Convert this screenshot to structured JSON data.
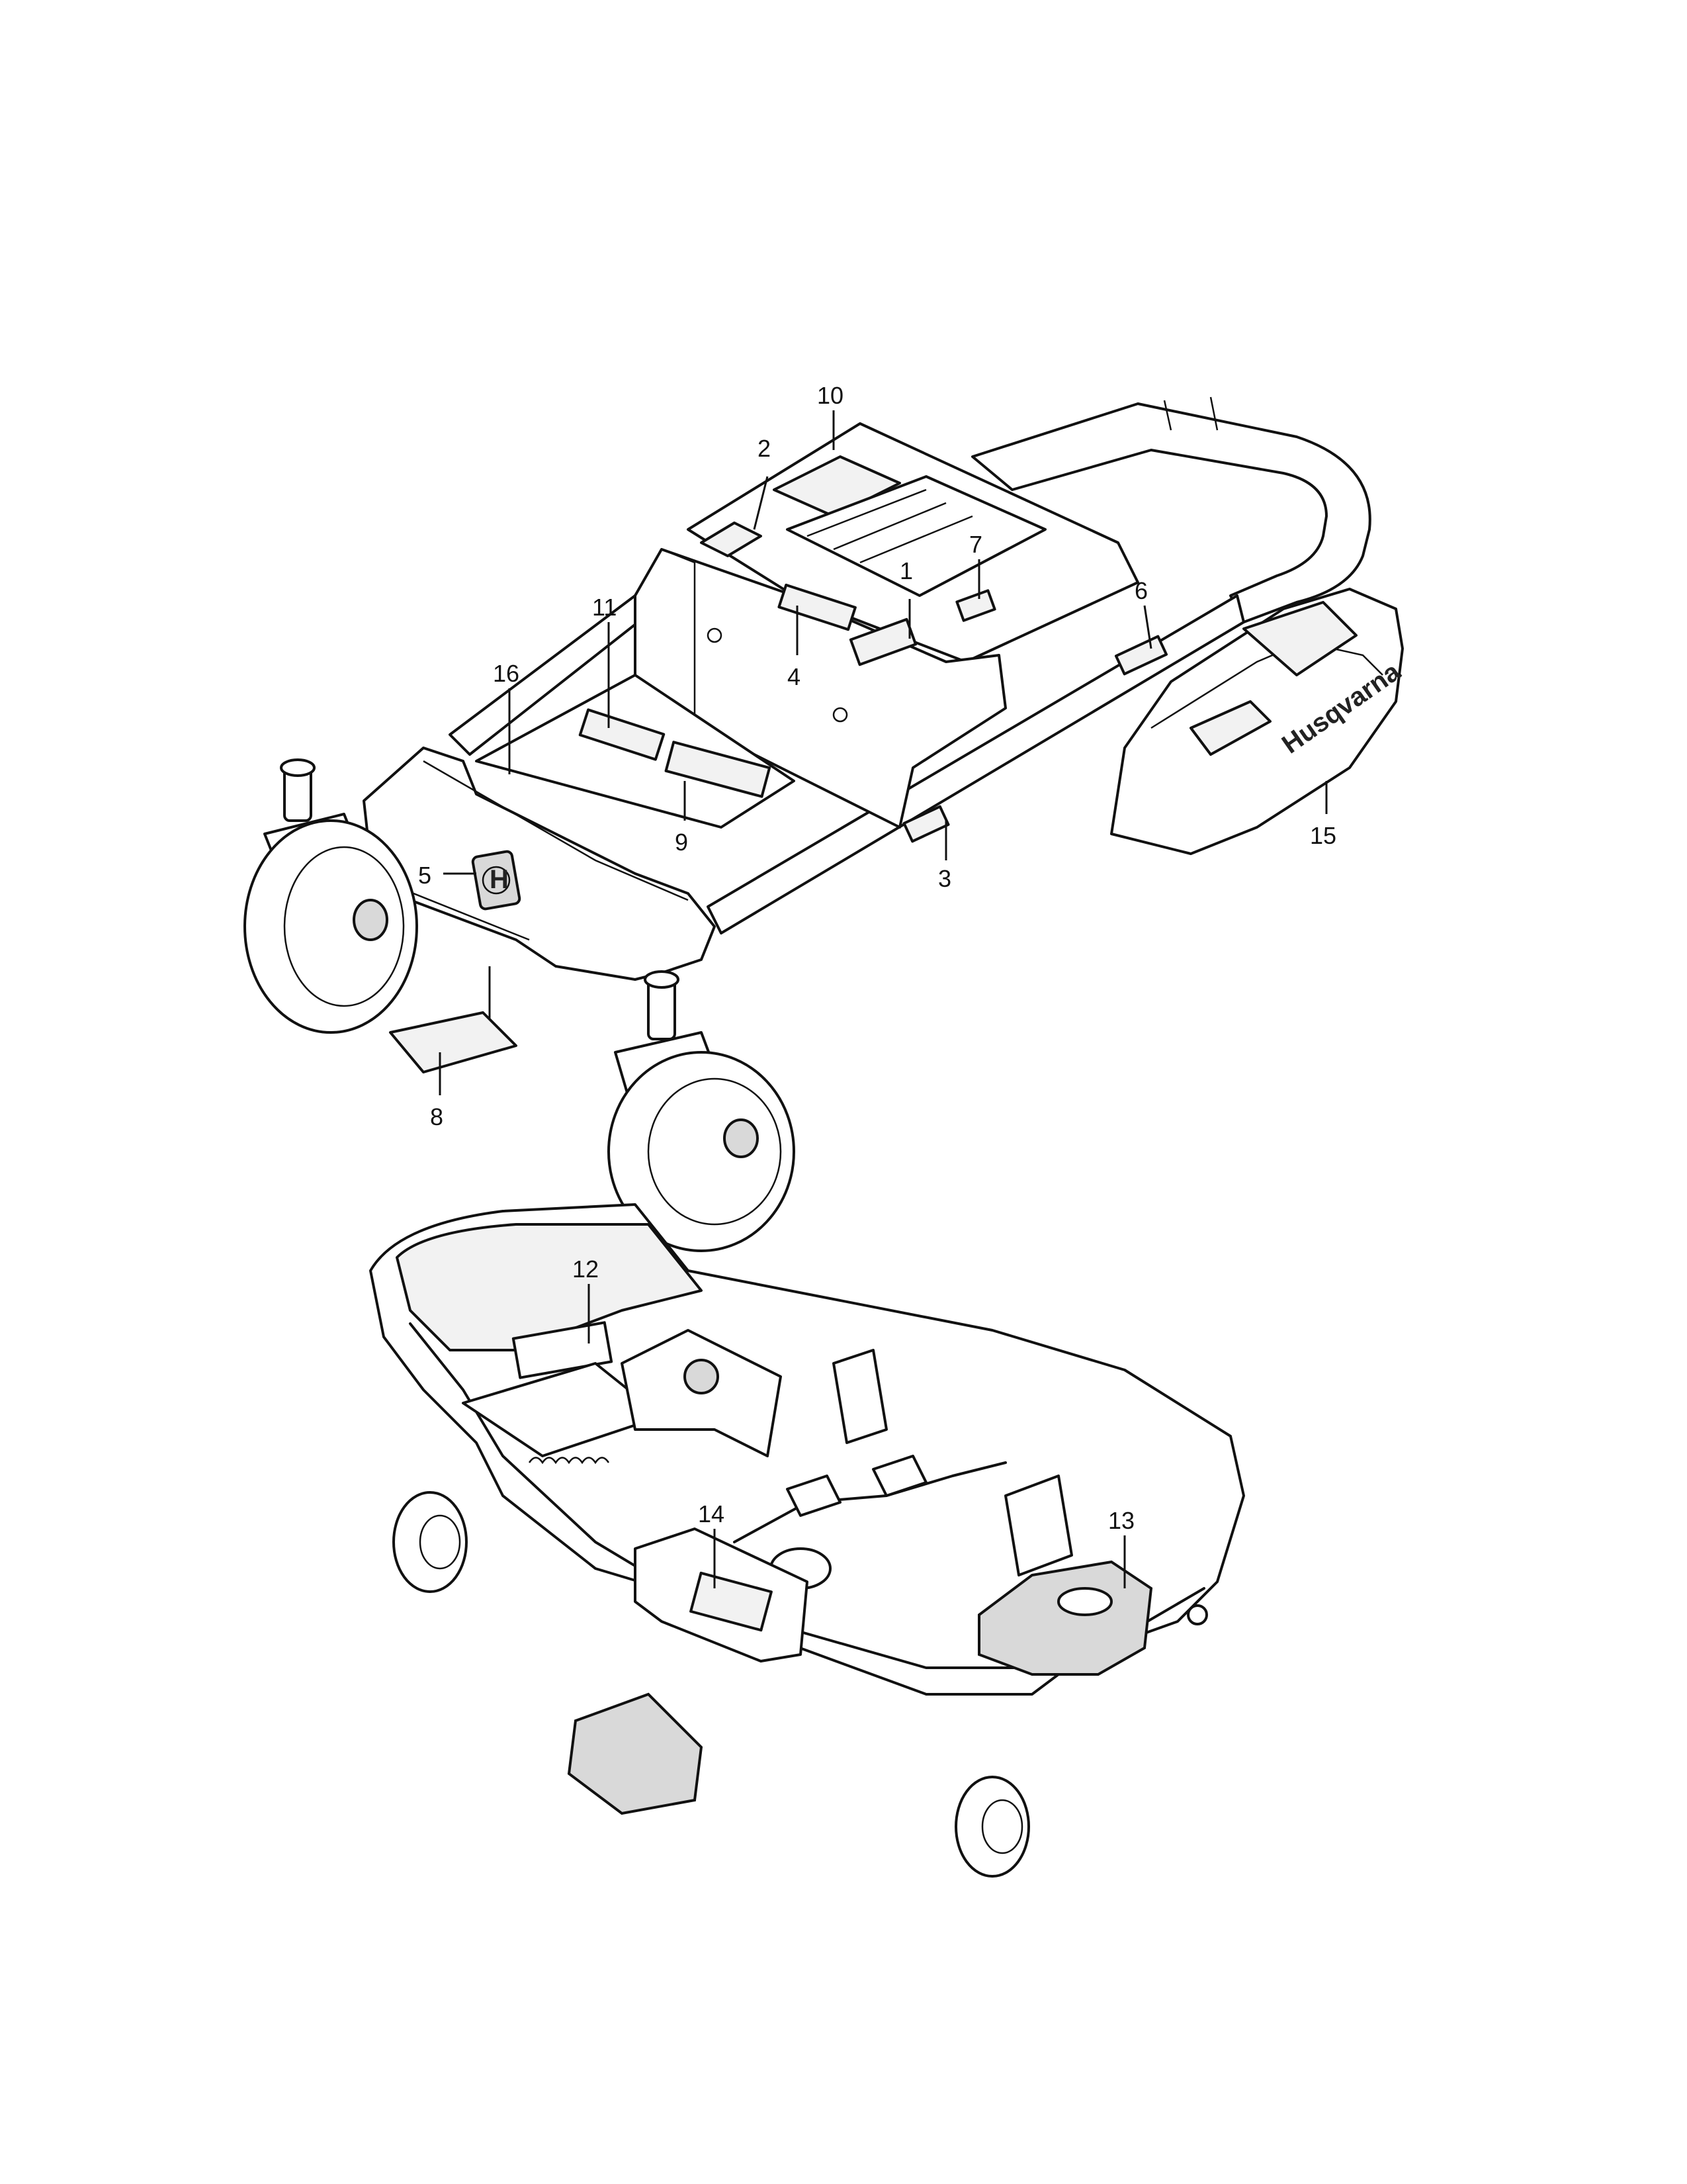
{
  "brand": {
    "text": "Husqvarna"
  },
  "callouts": [
    {
      "label": "1"
    },
    {
      "label": "2"
    },
    {
      "label": "3"
    },
    {
      "label": "4"
    },
    {
      "label": "5"
    },
    {
      "label": "6"
    },
    {
      "label": "7"
    },
    {
      "label": "8"
    },
    {
      "label": "9"
    },
    {
      "label": "10"
    },
    {
      "label": "11"
    },
    {
      "label": "12"
    },
    {
      "label": "13"
    },
    {
      "label": "14"
    },
    {
      "label": "15"
    },
    {
      "label": "16"
    }
  ]
}
